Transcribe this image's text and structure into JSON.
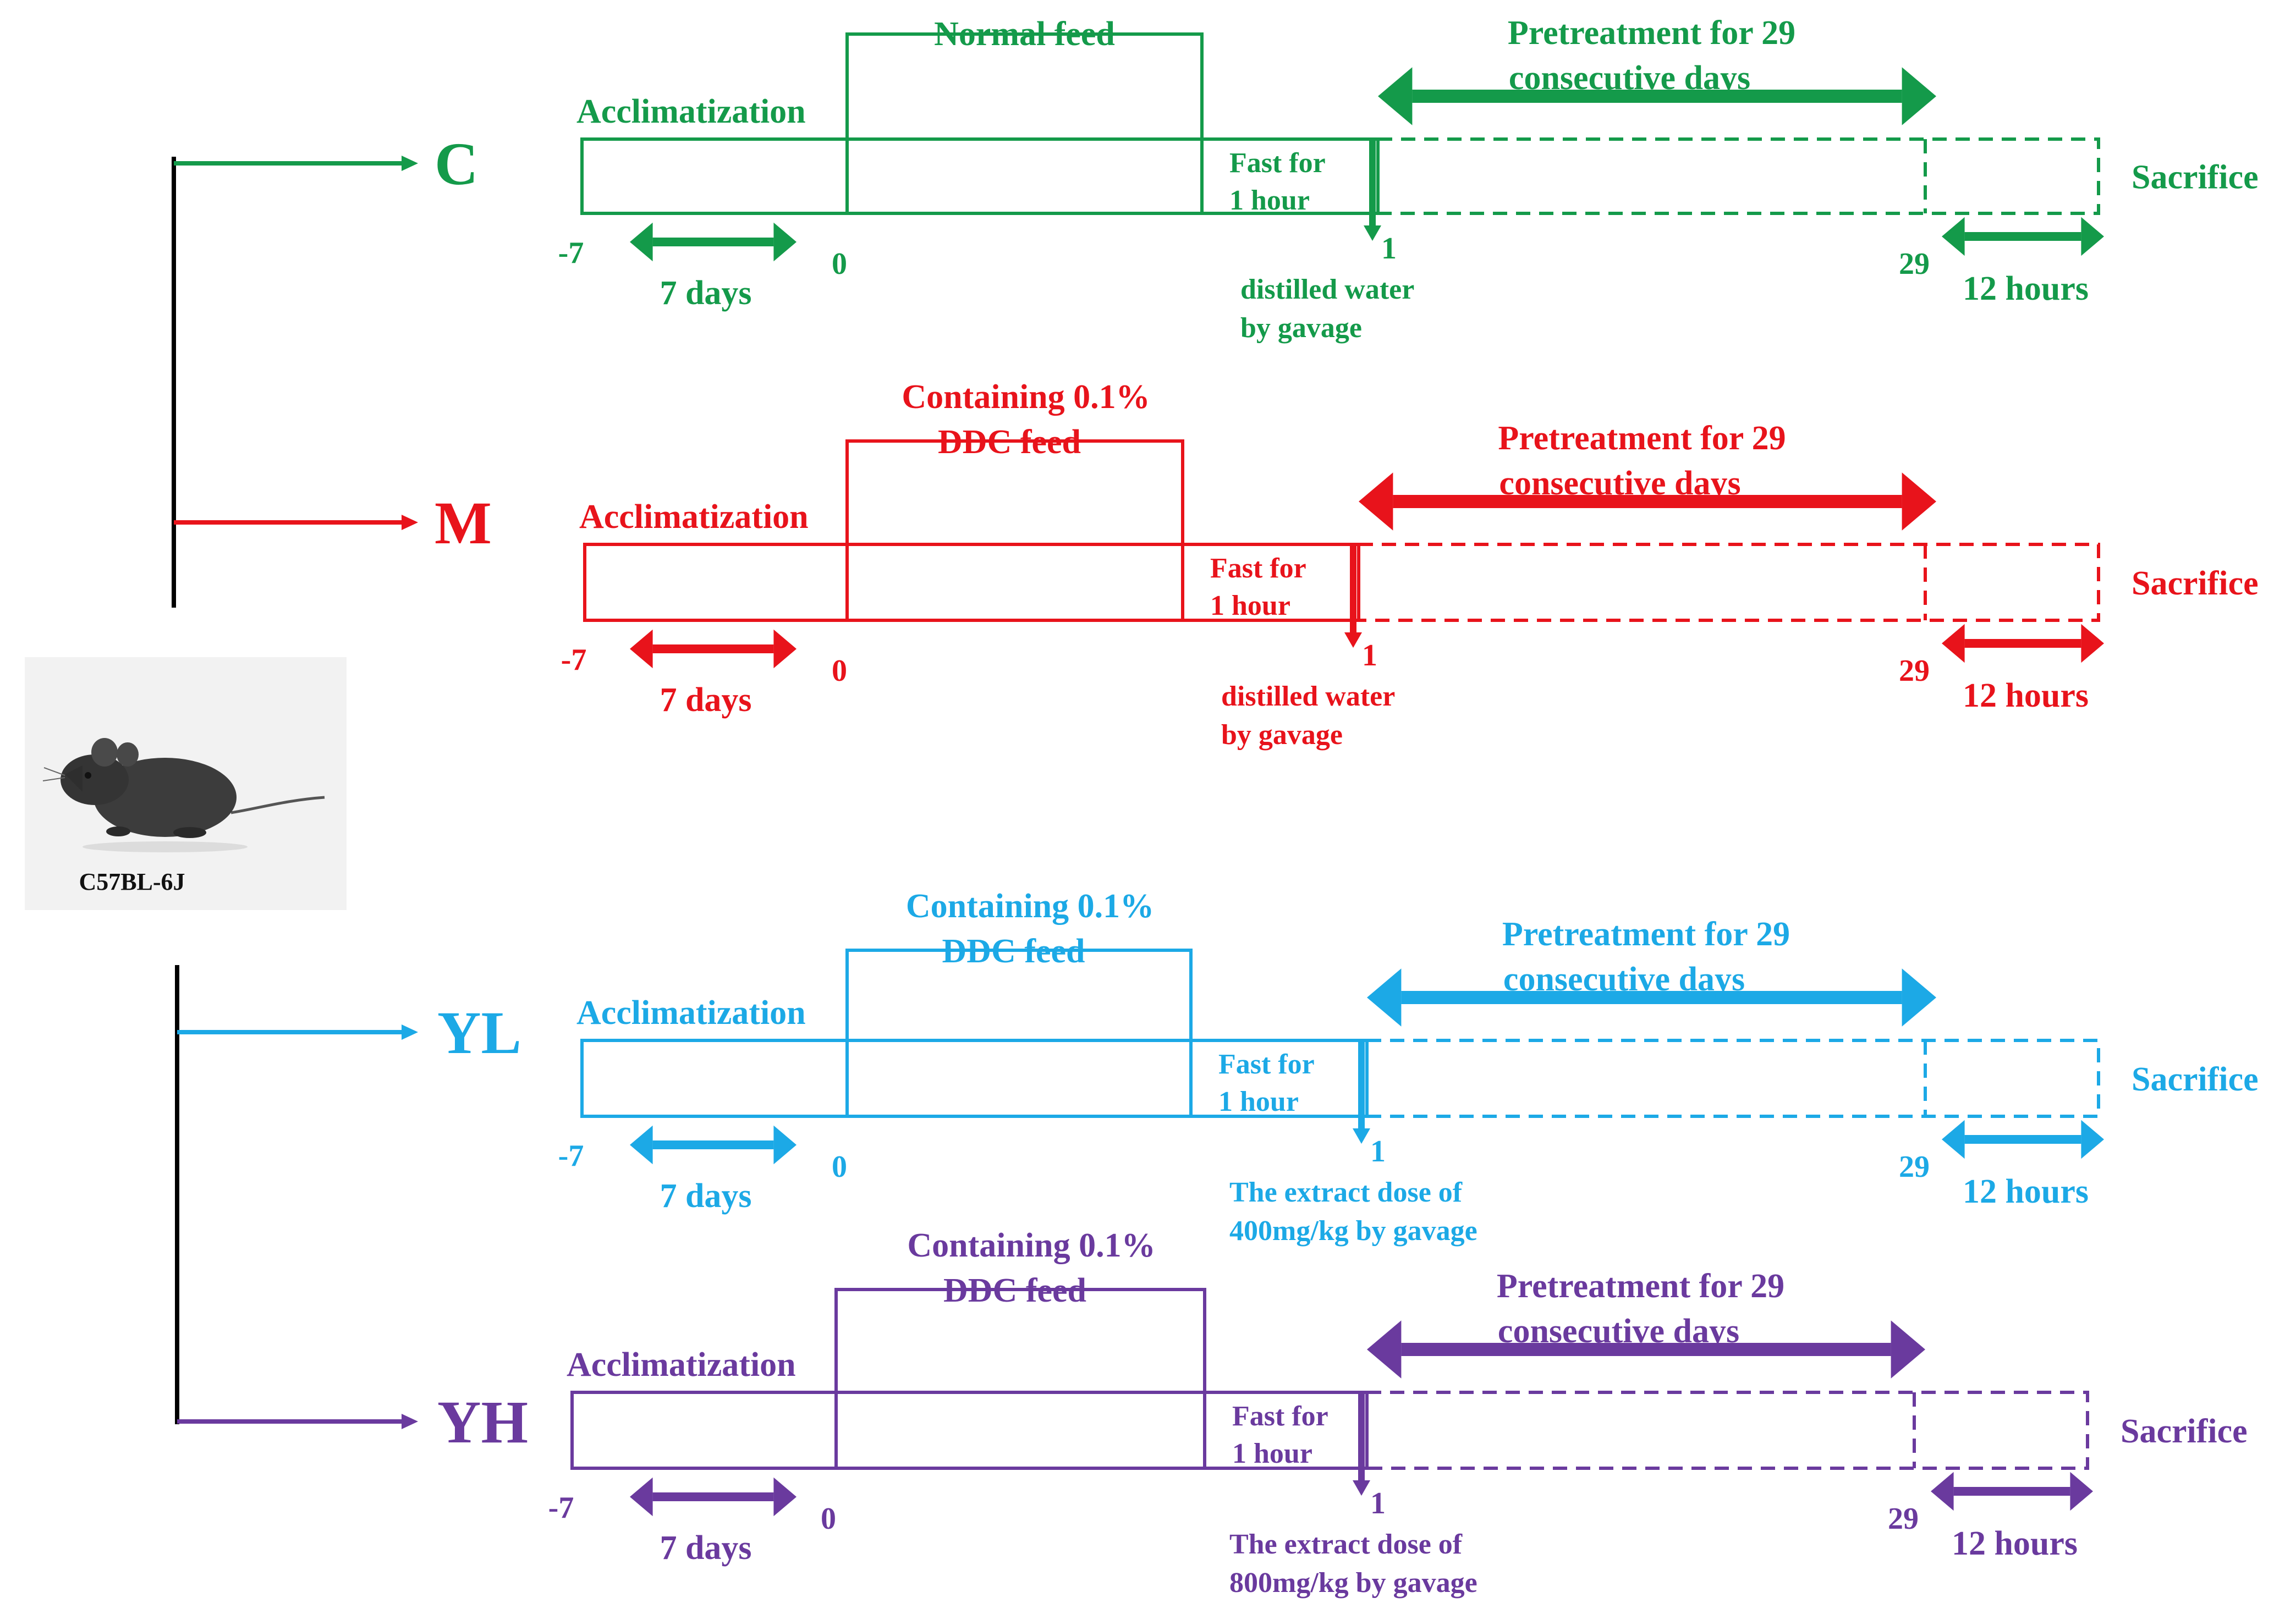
{
  "specimen": {
    "label": "C57BL-6J",
    "picture": "mouse-illustration"
  },
  "groups": [
    {
      "id": "C",
      "color": "#149a4a",
      "acclimatization": "Acclimatization",
      "feed_lines": [
        "Normal feed"
      ],
      "fast_lines": [
        "Fast for",
        "1 hour"
      ],
      "pretreatment_lines": [
        "Pretreatment for 29",
        "consecutive  days"
      ],
      "gavage_lines": [
        "distilled water",
        "by gavage"
      ],
      "sacrifice": "Sacrifice",
      "tick_start": "-7",
      "tick_zero": "0",
      "tick_one": "1",
      "tick_end": "29",
      "span_acclim": "7 days",
      "span_final": "12 hours"
    },
    {
      "id": "M",
      "color": "#e8131b",
      "acclimatization": "Acclimatization",
      "feed_lines": [
        "Containing 0.1%",
        "DDC feed"
      ],
      "fast_lines": [
        "Fast for",
        "1 hour"
      ],
      "pretreatment_lines": [
        "Pretreatment for 29",
        "consecutive  days"
      ],
      "gavage_lines": [
        "distilled water",
        "by gavage"
      ],
      "sacrifice": "Sacrifice",
      "tick_start": "-7",
      "tick_zero": "0",
      "tick_one": "1",
      "tick_end": "29",
      "span_acclim": "7 days",
      "span_final": "12 hours"
    },
    {
      "id": "YL",
      "color": "#1ca9e6",
      "acclimatization": "Acclimatization",
      "feed_lines": [
        "Containing 0.1%",
        "DDC feed"
      ],
      "fast_lines": [
        "Fast for",
        "1 hour"
      ],
      "pretreatment_lines": [
        "Pretreatment for 29",
        "consecutive  days"
      ],
      "gavage_lines": [
        "The extract dose of",
        "400mg/kg by gavage"
      ],
      "sacrifice": "Sacrifice",
      "tick_start": "-7",
      "tick_zero": "0",
      "tick_one": "1",
      "tick_end": "29",
      "span_acclim": "7 days",
      "span_final": "12 hours"
    },
    {
      "id": "YH",
      "color": "#6a3a9e",
      "acclimatization": "Acclimatization",
      "feed_lines": [
        "Containing 0.1%",
        "DDC feed"
      ],
      "fast_lines": [
        "Fast for",
        "1 hour"
      ],
      "pretreatment_lines": [
        "Pretreatment for 29",
        "consecutive  days"
      ],
      "gavage_lines": [
        "The extract dose of",
        "800mg/kg by gavage"
      ],
      "sacrifice": "Sacrifice",
      "tick_start": "-7",
      "tick_zero": "0",
      "tick_one": "1",
      "tick_end": "29",
      "span_acclim": "7 days",
      "span_final": "12 hours"
    }
  ]
}
